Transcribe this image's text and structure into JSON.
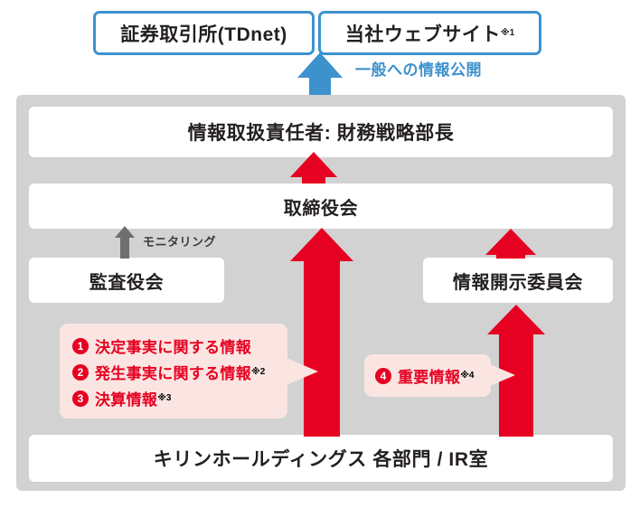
{
  "diagram": {
    "title_hidden": "",
    "colors": {
      "blue": "#3d92cd",
      "red": "#e60021",
      "gray_panel": "#d2d2d2",
      "gray_arrow": "#6e6e6e",
      "callout_bg": "#fbe5e2",
      "text": "#231f20"
    },
    "public_boxes": [
      {
        "label": "証券取引所(TDnet)",
        "note": ""
      },
      {
        "label": "当社ウェブサイト",
        "note": "※1"
      }
    ],
    "public_arrow_label": "一般への情報公開",
    "org_boxes": {
      "officer": "情報取扱責任者: 財務戦略部長",
      "board": "取締役会",
      "auditor": "監査役会",
      "committee": "情報開示委員会",
      "departments": "キリンホールディングス 各部門 / IR室"
    },
    "monitoring_label": "モニタリング",
    "callout_left": {
      "items": [
        {
          "num": "1",
          "text": "決定事実に関する情報",
          "note": ""
        },
        {
          "num": "2",
          "text": "発生事実に関する情報",
          "note": "※2"
        },
        {
          "num": "3",
          "text": "決算情報",
          "note": "※3"
        }
      ]
    },
    "callout_right": {
      "items": [
        {
          "num": "4",
          "text": "重要情報",
          "note": "※4"
        }
      ]
    }
  }
}
